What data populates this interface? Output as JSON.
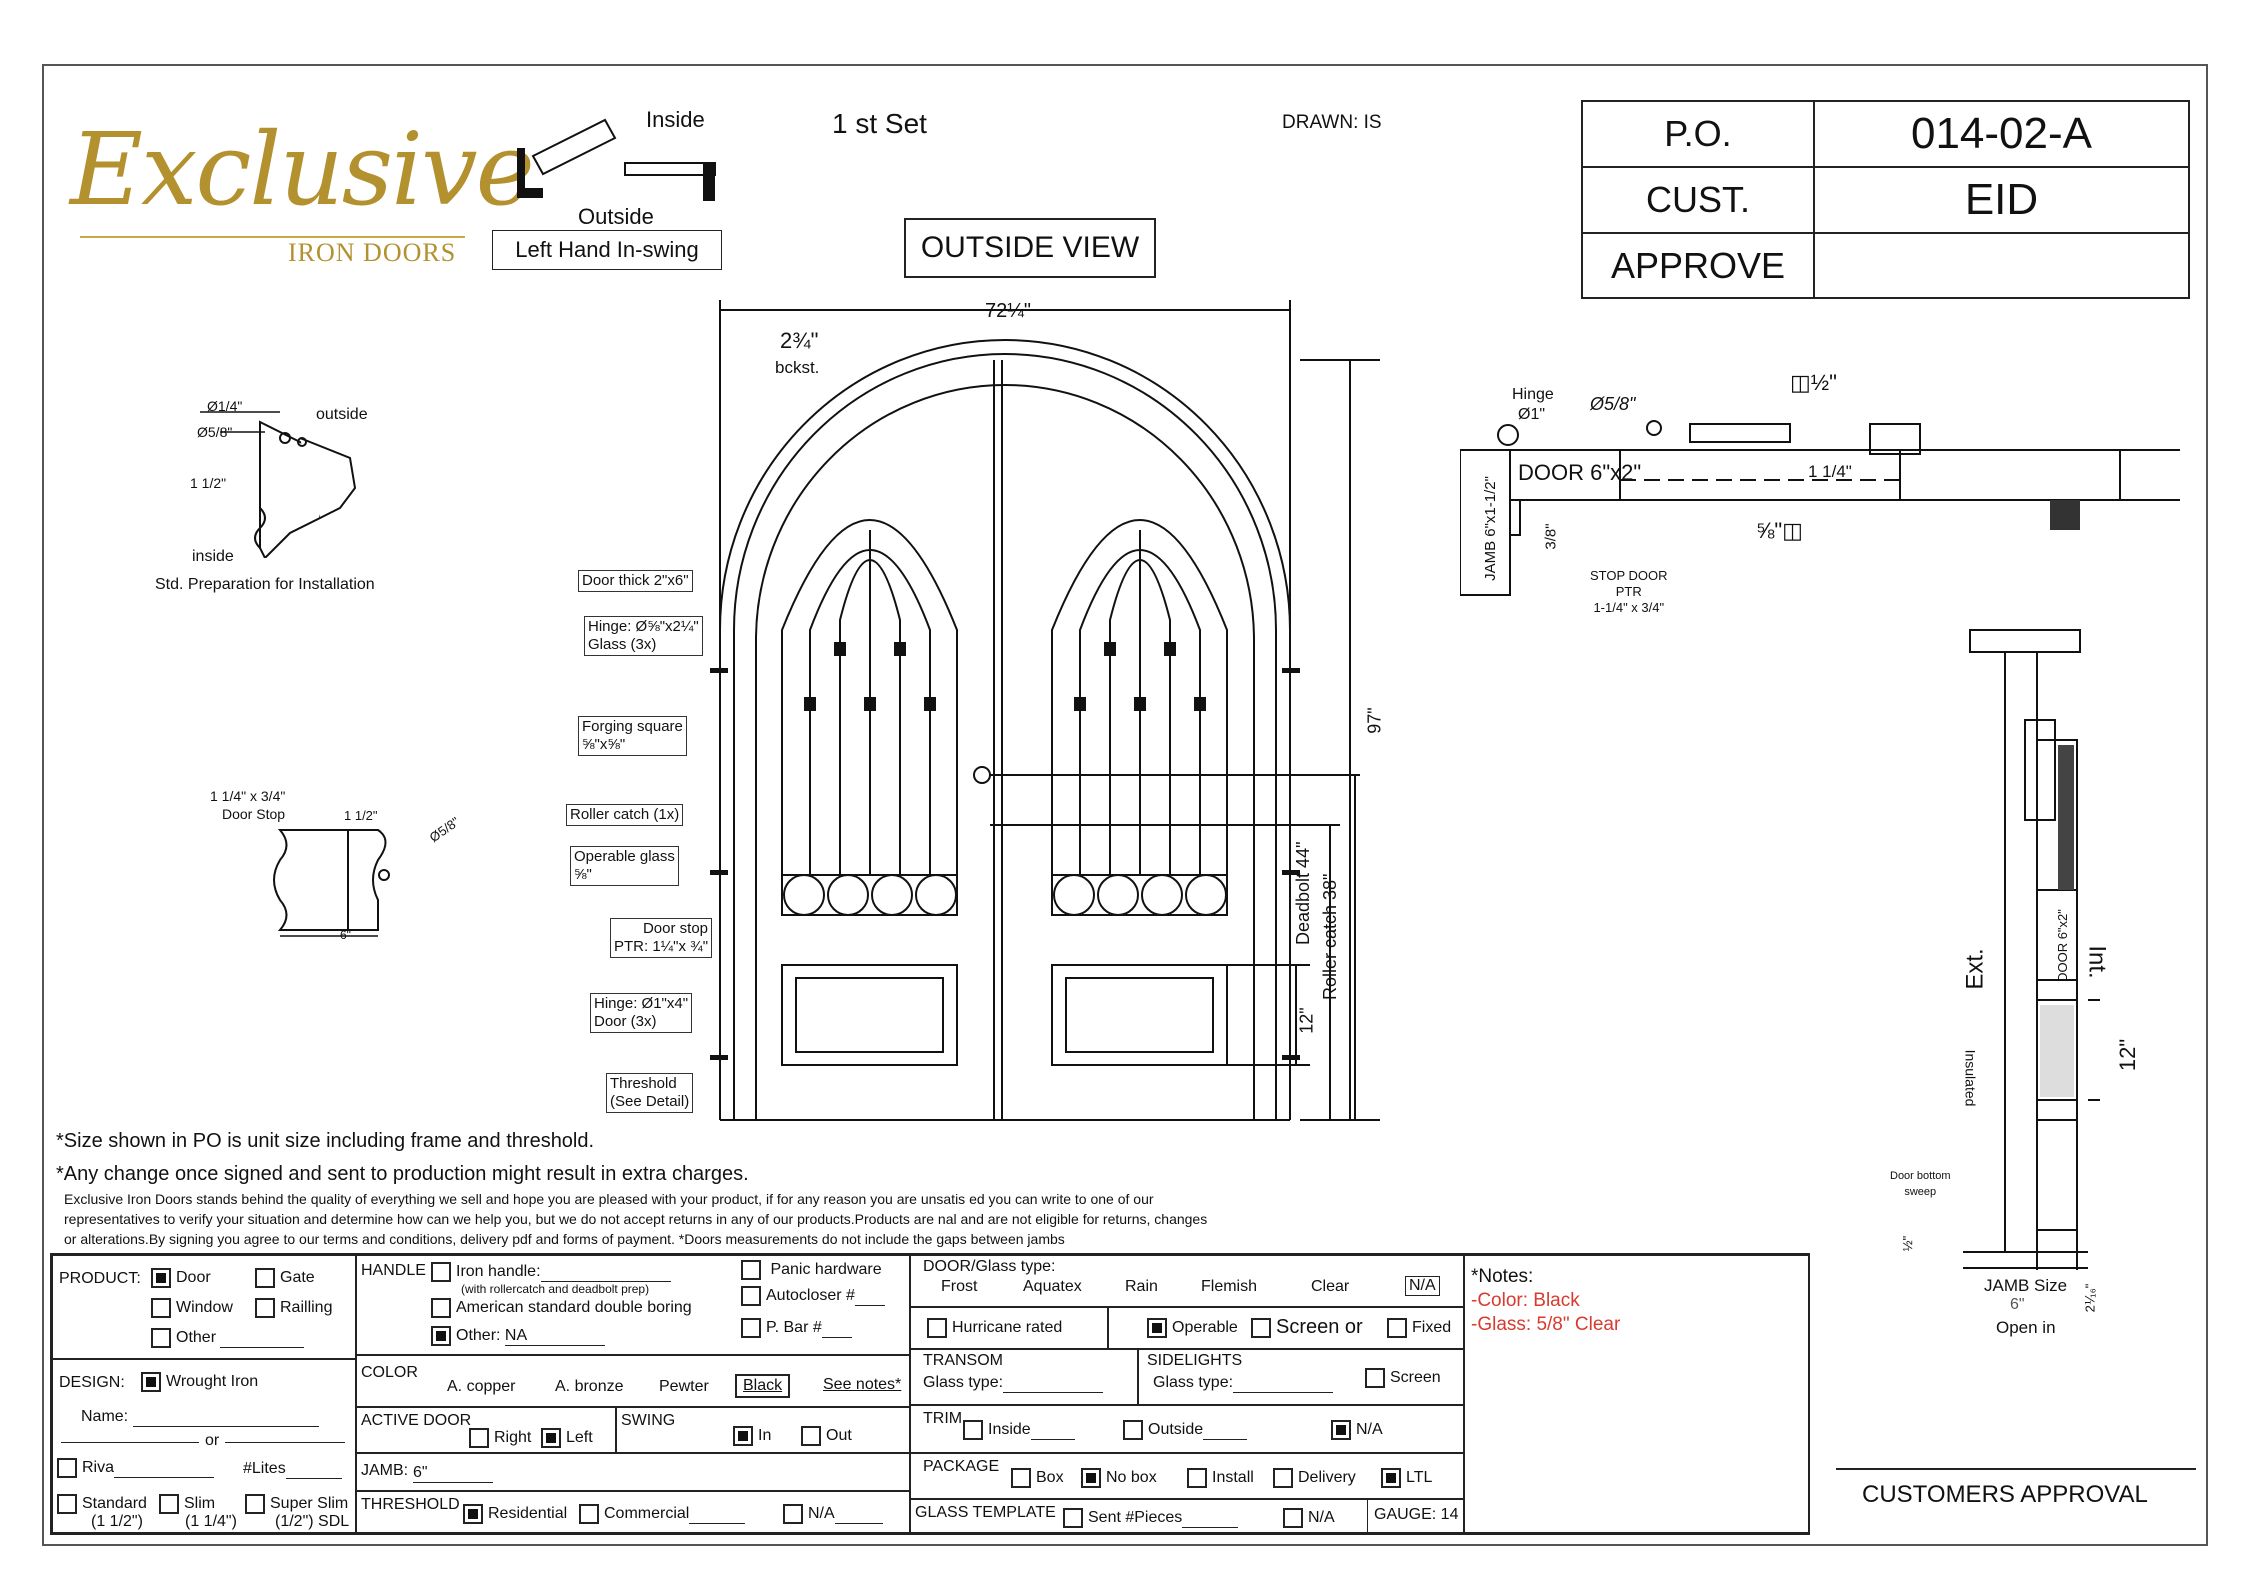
{
  "brand": {
    "name": "Exclusive",
    "tagline": "IRON DOORS"
  },
  "swing_diagram": {
    "inside_label": "Inside",
    "outside_label": "Outside",
    "swing_type": "Left Hand In-swing"
  },
  "set_label": "1 st Set",
  "drawn_by": "DRAWN: IS",
  "view_title": "OUTSIDE VIEW",
  "po_table": {
    "po_label": "P.O.",
    "po_value": "014-02-A",
    "cust_label": "CUST.",
    "cust_value": "EID",
    "approve_label": "APPROVE",
    "approve_value": ""
  },
  "dimensions": {
    "width": "72¼\"",
    "backset_value": "2¾\"",
    "backset_label": "bckst.",
    "height": "97\"",
    "deadbolt": "Deadbolt 44\"",
    "roller_catch": "Roller catch 38\"",
    "panel_height": "12\""
  },
  "prep_detail": {
    "dia_quarter": "Ø1/4\"",
    "dia_five_eighths": "Ø5/8\"",
    "offset": "1 1/2\"",
    "outside_label": "outside",
    "inside_label": "inside",
    "caption": "Std. Preparation for Installation"
  },
  "stop_detail": {
    "stop_size": "1 1/4\" x 3/4\"",
    "stop_label": "Door Stop",
    "offset": "1 1/2\"",
    "dia": "Ø5/8\"",
    "width": "6\""
  },
  "callouts": {
    "door_thick": "Door thick 2\"x6\"",
    "hinge_glass_1": "Hinge: Ø⅝\"x2¼\"",
    "hinge_glass_2": "Glass (3x)",
    "forging_1": "Forging square",
    "forging_2": "⅝\"x⅝\"",
    "roller_catch": "Roller catch  (1x)",
    "operable_glass_1": "Operable glass",
    "operable_glass_2": "⅝\"",
    "door_stop_1": "Door stop",
    "door_stop_2": "PTR: 1¼\"x ¾\"",
    "hinge_door_1": "Hinge: Ø1\"x4\"",
    "hinge_door_2": "Door (3x)",
    "threshold_1": "Threshold",
    "threshold_2": "(See Detail)"
  },
  "section_detail": {
    "hinge": "Hinge",
    "hinge_dia": "Ø1\"",
    "dia": "Ø5/8\"",
    "square": "◫½\"",
    "door": "DOOR 6\"x2\"",
    "jamb": "JAMB 6\"x1-1/2\"",
    "offset": "1 1/4\"",
    "gap": "3/8\"",
    "glass": "⅝\"◫",
    "stop_1": "STOP DOOR",
    "stop_2": "PTR",
    "stop_3": "1-1/4\" x 3/4\""
  },
  "jamb_detail": {
    "ext": "Ext.",
    "int": "Int.",
    "door": "DOOR 6\"x2\"",
    "insulated": "Insulated",
    "panel": "12\"",
    "sweep_1": "Door bottom",
    "sweep_2": "sweep",
    "half": "½\"",
    "jamb_size": "JAMB Size",
    "jamb_value": "6\"",
    "open": "Open in",
    "threshold_h": "2⅟₁₆\""
  },
  "notes_text": {
    "size_note": "*Size shown in PO is unit size including frame and threshold.",
    "change_note": "*Any change once signed and sent to production might result in extra charges.",
    "fine_1": "Exclusive Iron Doors stands behind the quality of everything we sell and hope you are pleased with your product, if for any reason you are unsatis    ed you can write to one of our",
    "fine_2": "representatives to verify your situation and determine how can we help you, but we do not accept returns in any of our products.Products are     nal and are not eligible for returns, changes",
    "fine_3": "or alterations.By signing you agree to our terms and conditions, delivery pdf and forms of payment. *Doors measurements do not include the gaps between jambs"
  },
  "form": {
    "product_label": "PRODUCT:",
    "product": {
      "door": "Door",
      "gate": "Gate",
      "window": "Window",
      "railing": "Railling",
      "other": "Other"
    },
    "design_label": "DESIGN:",
    "design_value": "Wrought Iron",
    "name_label": "Name:",
    "or_label": "or",
    "riva": "Riva",
    "lites": "#Lites",
    "standard_1": "Standard",
    "standard_2": "(1 1/2\")",
    "slim_1": "Slim",
    "slim_2": "(1 1/4\")",
    "super_1": "Super Slim",
    "super_2": "(1/2\") SDL",
    "handle_label": "HANDLE",
    "iron_handle": "Iron handle:",
    "iron_handle_note": "(with rollercatch and deadbolt prep)",
    "american": "American standard double boring",
    "other_label": "Other:",
    "other_value": "NA",
    "panic": "Panic hardware",
    "autocloser": "Autocloser #",
    "pbar": "P. Bar #",
    "color_label": "COLOR",
    "colors": [
      "A. copper",
      "A. bronze",
      "Pewter"
    ],
    "color_selected": "Black",
    "see_notes": "See notes*",
    "active_door_label": "ACTIVE DOOR",
    "right": "Right",
    "left": "Left",
    "swing_label": "SWING",
    "in": "In",
    "out": "Out",
    "jamb_label": "JAMB:",
    "jamb_value": "6\"",
    "threshold_label": "THRESHOLD",
    "residential": "Residential",
    "commercial": "Commercial",
    "na": "N/A",
    "glass_type_label": "DOOR/Glass type:",
    "glass_types": [
      "Frost",
      "Aquatex",
      "Rain",
      "Flemish",
      "Clear"
    ],
    "glass_na": "N/A",
    "hurricane": "Hurricane rated",
    "operable": "Operable",
    "screen_or": "Screen or",
    "fixed": "Fixed",
    "transom_label": "TRANSOM",
    "transom_glass": "Glass type:",
    "sidelights_label": "SIDELIGHTS",
    "sidelights_glass": "Glass type:",
    "screen": "Screen",
    "trim_label": "TRIM",
    "trim_inside": "Inside",
    "trim_outside": "Outside",
    "trim_na": "N/A",
    "package_label": "PACKAGE",
    "box": "Box",
    "no_box": "No box",
    "install": "Install",
    "delivery": "Delivery",
    "ltl": "LTL",
    "glass_template_label": "GLASS TEMPLATE",
    "sent_pieces": "Sent #Pieces",
    "gt_na": "N/A",
    "gauge": "GAUGE: 14",
    "notes_label": "*Notes:",
    "note_color": "-Color: Black",
    "note_glass": "-Glass: 5/8\" Clear"
  },
  "customers_approval": "CUSTOMERS APPROVAL"
}
